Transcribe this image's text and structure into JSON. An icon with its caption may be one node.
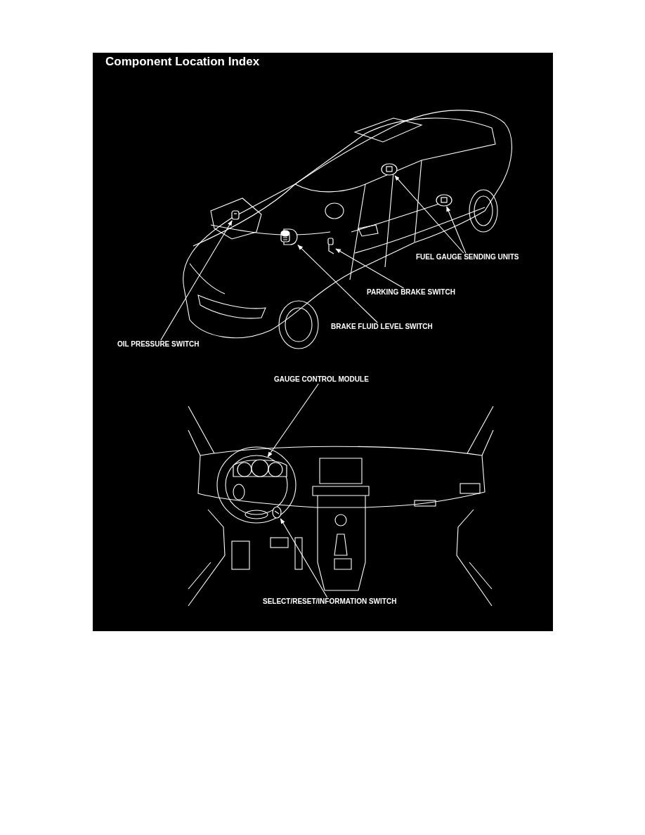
{
  "diagram": {
    "title": "Component Location Index",
    "nodes": [
      {
        "text": [
          "FUEL GAUGE SENDING UNITS"
        ]
      },
      {
        "text": [
          "PARKING BRAKE SWITCH"
        ]
      },
      {
        "text": [
          "BRAKE FLUID LEVEL SWITCH"
        ]
      },
      {
        "text": [
          "OIL PRESSURE SWITCH"
        ]
      },
      {
        "text": [
          "GAUGE CONTROL MODULE"
        ]
      },
      {
        "text": [
          "SELECT/RESET/INFORMATION SWITCH"
        ]
      },
      {
        "text": [],
        "shape": "picture"
      },
      {
        "text": [],
        "shape": "picture"
      },
      {
        "text": [],
        "shape": "picture"
      },
      {
        "text": [],
        "shape": "picture"
      },
      {
        "text": [],
        "shape": "picture"
      },
      {
        "text": [],
        "shape": "picture"
      },
      {
        "text": [],
        "shape": "picture"
      }
    ],
    "edges": [
      {
        "from": 0,
        "to": 6,
        "arrow": "to"
      },
      {
        "from": 0,
        "to": 7,
        "arrow": "to"
      },
      {
        "from": 1,
        "to": 8,
        "arrow": "to"
      },
      {
        "from": 2,
        "to": 9,
        "arrow": "to"
      },
      {
        "from": 3,
        "to": 10,
        "arrow": "to"
      },
      {
        "from": 4,
        "to": 11,
        "arrow": "to"
      },
      {
        "from": 5,
        "to": 12,
        "arrow": "to"
      }
    ]
  }
}
